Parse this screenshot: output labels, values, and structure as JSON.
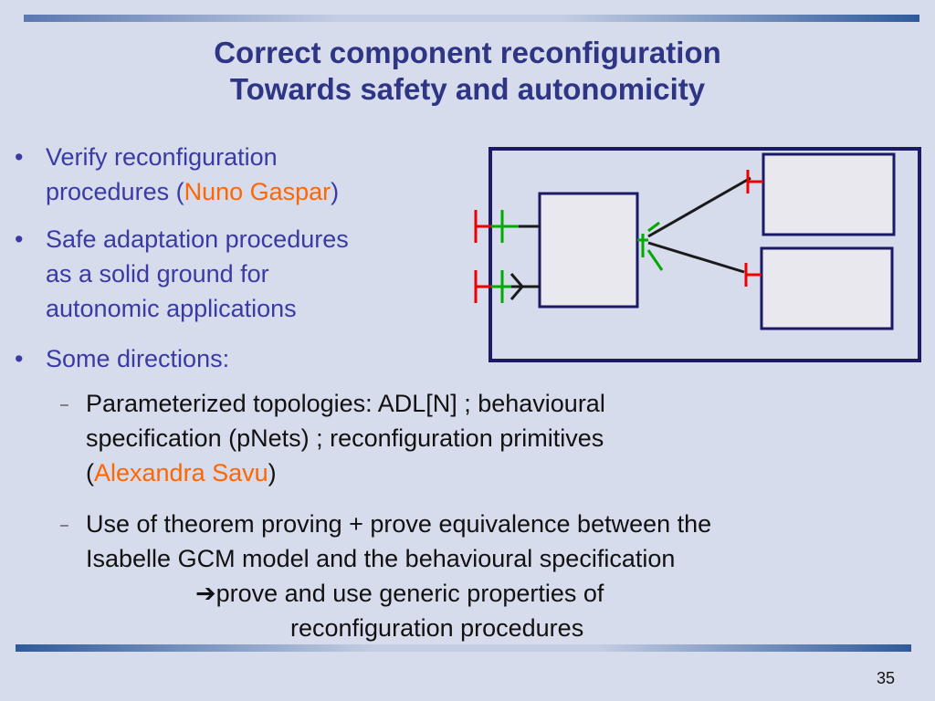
{
  "title": {
    "line1": "Correct component reconfiguration",
    "line2": "Towards safety and autonomicity"
  },
  "bullets": {
    "b1": {
      "line1": "Verify reconfiguration",
      "line2_pre": "procedures (",
      "line2_name": "Nuno Gaspar",
      "line2_post": ")"
    },
    "b2": {
      "line1": "Safe adaptation procedures",
      "line2": "as a solid ground for",
      "line3": "autonomic applications"
    },
    "b3": {
      "line1": "Some directions:"
    },
    "sub1": {
      "line1": "Parameterized topologies: ADL[N] ; behavioural",
      "line2": "specification (pNets) ; reconfiguration primitives",
      "line3_pre": "(",
      "line3_name": "Alexandra Savu",
      "line3_post": ")"
    },
    "sub2": {
      "line1": "Use of theorem proving + prove equivalence between the",
      "line2": "Isabelle GCM model and the behavioural specification",
      "line3": "prove and use generic properties of",
      "line4": "reconfiguration procedures"
    },
    "bullet_glyph": "•",
    "sub_glyph": "–",
    "arrow_glyph": "➔"
  },
  "page_number": "35",
  "colors": {
    "background": "#d6dcec",
    "title": "#2e3585",
    "bullet_text": "#3a3aa5",
    "name_highlight": "#ff6600",
    "diagram_line": "#1a1a66",
    "server_interface": "#ff0000",
    "client_interface": "#00aa00"
  }
}
